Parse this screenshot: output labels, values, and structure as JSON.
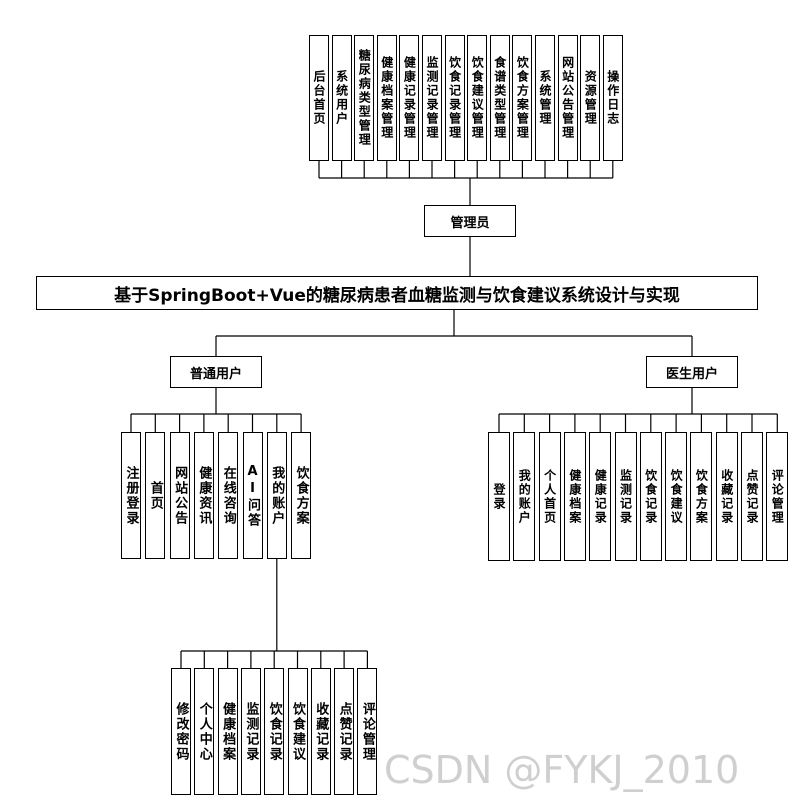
{
  "title": "基于SpringBoot+Vue的糖尿病患者血糖监测与饮食建议系统设计与实现",
  "admin": {
    "label": "管理员",
    "modules": [
      "后台首页",
      "系统用户",
      "糖尿病类型管理",
      "健康档案管理",
      "健康记录管理",
      "监测记录管理",
      "饮食记录管理",
      "饮食建议管理",
      "食谱类型管理",
      "饮食方案管理",
      "系统管理",
      "网站公告管理",
      "资源管理",
      "操作日志"
    ]
  },
  "user": {
    "label": "普通用户",
    "modules": [
      "注册登录",
      "首页",
      "网站公告",
      "健康资讯",
      "在线咨询",
      "AI问答",
      "我的账户",
      "饮食方案"
    ],
    "account_modules": [
      "修改密码",
      "个人中心",
      "健康档案",
      "监测记录",
      "饮食记录",
      "饮食建议",
      "收藏记录",
      "点赞记录",
      "评论管理"
    ]
  },
  "doctor": {
    "label": "医生用户",
    "modules": [
      "登录",
      "我的账户",
      "个人首页",
      "健康档案",
      "健康记录",
      "监测记录",
      "饮食记录",
      "饮食建议",
      "饮食方案",
      "收藏记录",
      "点赞记录",
      "评论管理"
    ]
  },
  "watermark": "CSDN @FYKJ_2010"
}
